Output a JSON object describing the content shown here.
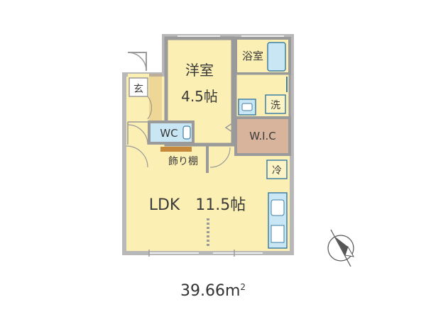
{
  "rooms": {
    "western_room": {
      "name": "洋室",
      "size": "4.5帖"
    },
    "bath": "浴室",
    "entrance": "玄",
    "washer": "洗",
    "toilet": "WC",
    "walk_in_closet": "W.I.C",
    "decorative_shelf": "飾り棚",
    "fridge": "冷",
    "ldk": "LDK　11.5帖"
  },
  "total_area": {
    "value": "39.66",
    "unit": "m",
    "superscript": "2"
  },
  "colors": {
    "room_fill": "#fbefb4",
    "wall": "#9a9a9a",
    "fixture_fill": "#c9e6f5",
    "fixture_stroke": "#3f7fa5",
    "wic_fill": "#d8b49c",
    "shelf": "#c78a3c",
    "label_box": "#fdf4c6"
  },
  "icons": {
    "compass": "north-arrow-icon"
  }
}
